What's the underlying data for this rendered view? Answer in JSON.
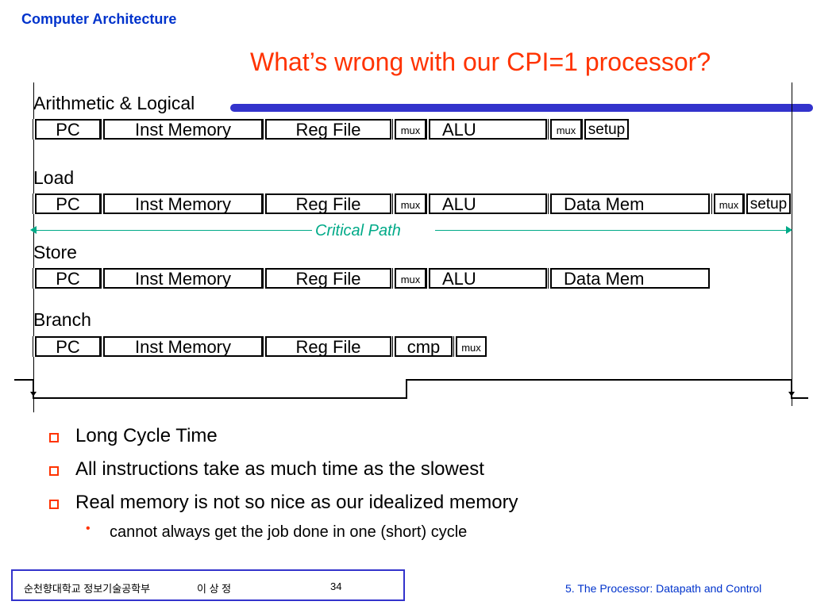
{
  "header": {
    "course": "Computer Architecture",
    "title": "What’s wrong with our CPI=1 processor?"
  },
  "colors": {
    "course": "#0033cc",
    "title": "#ff3300",
    "accent_bar": "#3333cc",
    "critical_path": "#00aa88",
    "bullet": "#ff3300"
  },
  "rows": [
    {
      "label": "Arithmetic & Logical",
      "stages": [
        "PC",
        "Inst Memory",
        "Reg File",
        "mux",
        "ALU",
        "mux",
        "setup"
      ]
    },
    {
      "label": "Load",
      "stages": [
        "PC",
        "Inst Memory",
        "Reg File",
        "mux",
        "ALU",
        "Data Mem",
        "mux",
        "setup"
      ]
    },
    {
      "label": "Store",
      "stages": [
        "PC",
        "Inst Memory",
        "Reg File",
        "mux",
        "ALU",
        "Data Mem"
      ]
    },
    {
      "label": "Branch",
      "stages": [
        "PC",
        "Inst Memory",
        "Reg File",
        "cmp",
        "mux"
      ]
    }
  ],
  "critical_path": "Critical Path",
  "bullets": [
    "Long Cycle Time",
    "All instructions take as much time as the slowest",
    "Real memory is not so nice as our idealized memory"
  ],
  "sub_bullets": [
    "cannot always get the job done in one (short) cycle"
  ],
  "footer": {
    "institution": "순천향대학교 정보기술공학부",
    "author": "이 상 정",
    "page_number": "34",
    "chapter": "5. The Processor: Datapath and Control"
  }
}
